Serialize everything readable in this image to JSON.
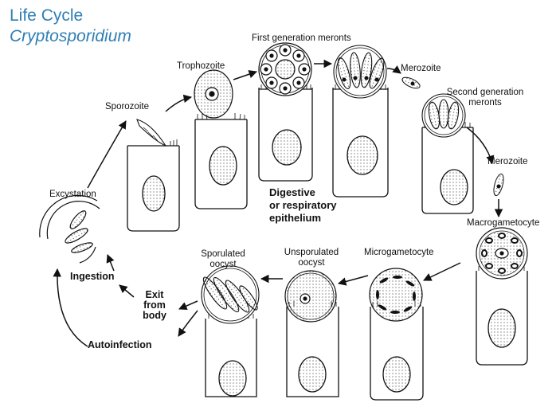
{
  "title": {
    "line1": "Life Cycle",
    "line2": "Cryptosporidium"
  },
  "labels": {
    "sporozoite": "Sporozoite",
    "trophozoite": "Trophozoite",
    "first_gen_meronts": "First generation meronts",
    "merozoite_1": "Merozoite",
    "second_gen_meronts_1": "Second generation",
    "second_gen_meronts_2": "meronts",
    "merozoite_2": "Merozoite",
    "macrogametocyte": "Macrogametocyte",
    "microgametocyte": "Microgametocyte",
    "unsporulated_1": "Unsporulated",
    "unsporulated_2": "oocyst",
    "sporulated_1": "Sporulated",
    "sporulated_2": "oocyst",
    "excystation": "Excystation",
    "ingestion": "Ingestion",
    "exit_1": "Exit",
    "exit_2": "from",
    "exit_3": "body",
    "autoinfection": "Autoinfection",
    "center_1": "Digestive",
    "center_2": "or respiratory",
    "center_3": "epithelium"
  },
  "colors": {
    "title": "#2f7fb5",
    "ink": "#111111",
    "nucleus_fill": "#d9d9d9"
  }
}
